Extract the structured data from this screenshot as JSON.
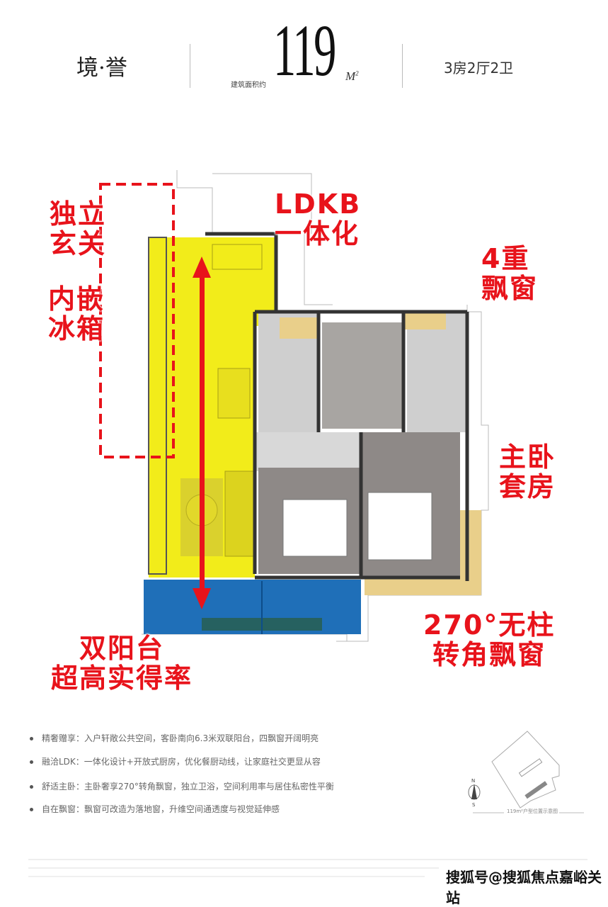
{
  "header": {
    "title": "境·誉",
    "area_label": "建筑面积约",
    "area_value": "119",
    "area_unit": "M",
    "area_unit_sup": "2",
    "layout": "3房2厅2卫"
  },
  "callouts": {
    "entrance": [
      "独立",
      "玄关"
    ],
    "fridge": [
      "内嵌",
      "冰箱"
    ],
    "ldkb": [
      "LDKB",
      "一体化"
    ],
    "bay_windows": [
      "4重",
      "飘窗"
    ],
    "master_suite": [
      "主卧",
      "套房"
    ],
    "corner_window": [
      "270°无柱",
      "转角飘窗"
    ],
    "balcony": [
      "双阳台",
      "超高实得率"
    ]
  },
  "features": [
    "精奢赠享：入户轩敞公共空间，客卧南向6.3米双联阳台，四飘窗开阔明亮",
    "融洽LDK：一体化设计+开放式厨房，优化餐厨动线，让家庭社交更显从容",
    "舒适主卧：主卧奢享270°转角飘窗，独立卫浴，空间利用率与居住私密性平衡",
    "自在飘窗：飘窗可改造为落地窗，升维空间通透度与视觉延伸感"
  ],
  "location_map": {
    "label": "119m²户型位置示意图",
    "north": "N",
    "south": "S"
  },
  "watermark": "搜狐号@搜狐焦点嘉峪关站",
  "colors": {
    "highlight_yellow": "#f2ec1a",
    "balcony_blue": "#1f6fb8",
    "callout_red": "#e8131b",
    "suite_tan": "#e9cf8a"
  }
}
